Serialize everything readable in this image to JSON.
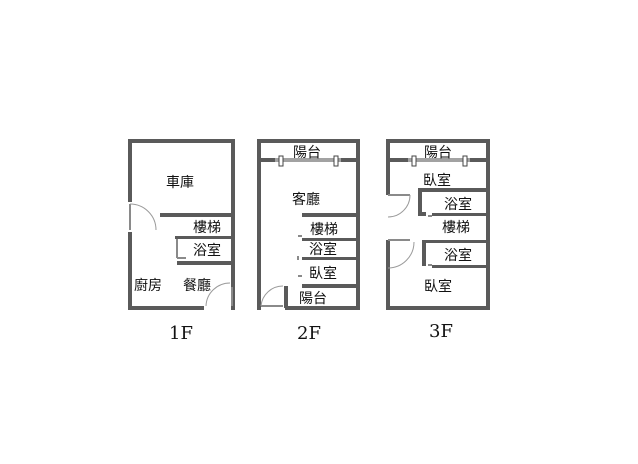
{
  "floors": [
    {
      "label": "1F",
      "rooms": [
        "車庫",
        "樓梯",
        "浴室",
        "廚房",
        "餐廳"
      ]
    },
    {
      "label": "2F",
      "rooms": [
        "陽台",
        "客廳",
        "樓梯",
        "浴室",
        "臥室",
        "陽台"
      ]
    },
    {
      "label": "3F",
      "rooms": [
        "陽台",
        "臥室",
        "浴室",
        "樓梯",
        "浴室",
        "臥室"
      ]
    }
  ],
  "colors": {
    "wall": "#5a5a5a",
    "door": "#9a9a9a",
    "text": "#111111"
  }
}
